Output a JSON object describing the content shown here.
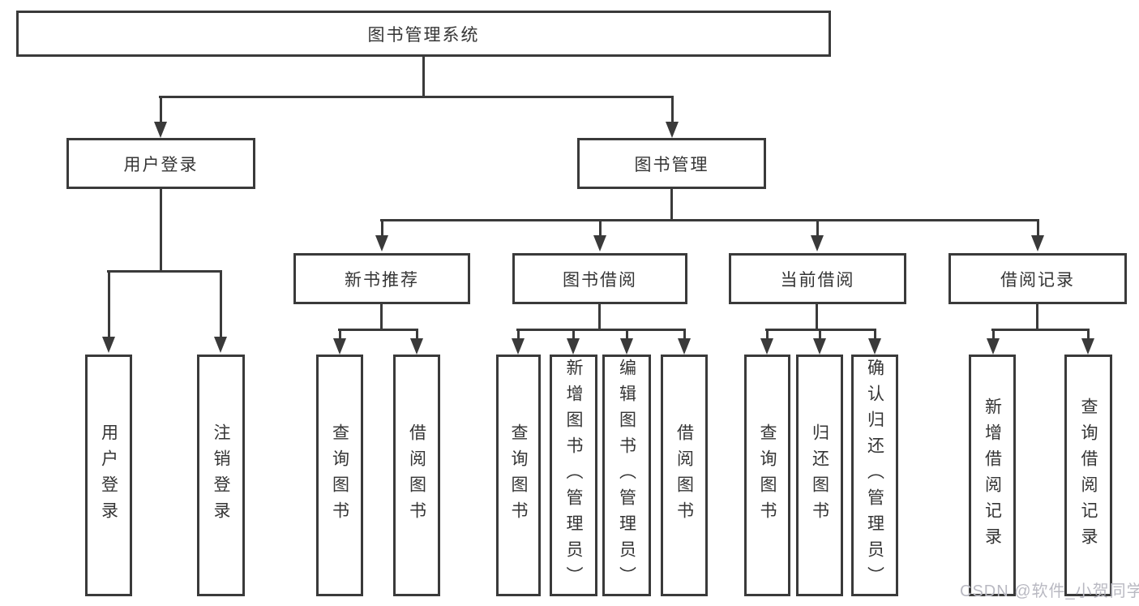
{
  "diagram": {
    "type": "hierarchy-tree",
    "root": {
      "label": "图书管理系统"
    },
    "branches": [
      {
        "label": "用户登录",
        "leaves": [
          {
            "label": "用户登录"
          },
          {
            "label": "注销登录"
          }
        ]
      },
      {
        "label": "图书管理",
        "children": [
          {
            "label": "新书推荐",
            "leaves": [
              {
                "label": "查询图书"
              },
              {
                "label": "借阅图书"
              }
            ]
          },
          {
            "label": "图书借阅",
            "leaves": [
              {
                "label": "查询图书"
              },
              {
                "label": "新增图书（管理员）"
              },
              {
                "label": "编辑图书（管理员）"
              },
              {
                "label": "借阅图书"
              }
            ]
          },
          {
            "label": "当前借阅",
            "leaves": [
              {
                "label": "查询图书"
              },
              {
                "label": "归还图书"
              },
              {
                "label": "确认归还（管理员）"
              }
            ]
          },
          {
            "label": "借阅记录",
            "leaves": [
              {
                "label": "新增借阅记录"
              },
              {
                "label": "查询借阅记录"
              }
            ]
          }
        ]
      }
    ]
  },
  "watermark": {
    "text": "CSDN @软件_小贺同学"
  },
  "colors": {
    "line": "#3a3a3a",
    "text": "#353535",
    "watermark": "#b9b9c2",
    "bg": "#ffffff"
  }
}
